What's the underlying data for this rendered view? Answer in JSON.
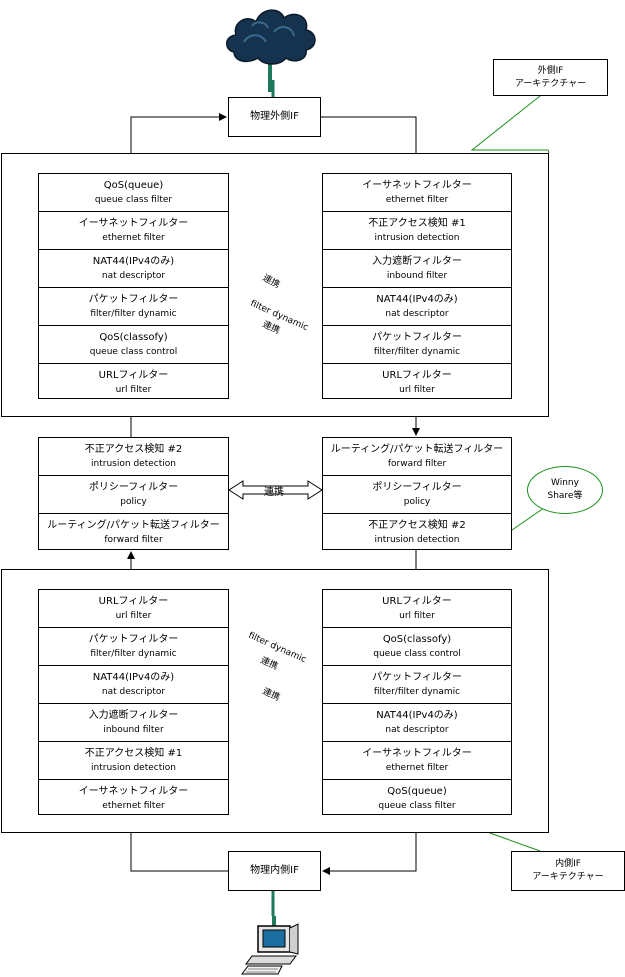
{
  "outer_if": {
    "label": "物理外側IF",
    "arch_label_line1": "外側IF",
    "arch_label_line2": "アーキテクチャー"
  },
  "inner_if": {
    "label": "物理内側IF",
    "arch_label_line1": "内側IF",
    "arch_label_line2": "アーキテクチャー"
  },
  "top_left_stack": [
    {
      "jp": "QoS(queue)",
      "en": "queue class filter"
    },
    {
      "jp": "イーサネットフィルター",
      "en": "ethernet filter"
    },
    {
      "jp": "NAT44(IPv4のみ)",
      "en": "nat descriptor"
    },
    {
      "jp": "パケットフィルター",
      "en": "filter/filter dynamic"
    },
    {
      "jp": "QoS(classofy)",
      "en": "queue class control"
    },
    {
      "jp": "URLフィルター",
      "en": "url filter"
    }
  ],
  "top_right_stack": [
    {
      "jp": "イーサネットフィルター",
      "en": "ethernet filter"
    },
    {
      "jp": "不正アクセス検知 #1",
      "en": "intrusion detection"
    },
    {
      "jp": "入力遮断フィルター",
      "en": "inbound filter"
    },
    {
      "jp": "NAT44(IPv4のみ)",
      "en": "nat descriptor"
    },
    {
      "jp": "パケットフィルター",
      "en": "filter/filter dynamic"
    },
    {
      "jp": "URLフィルター",
      "en": "url filter"
    }
  ],
  "mid_left_stack": [
    {
      "jp": "不正アクセス検知 #2",
      "en": "intrusion detection"
    },
    {
      "jp": "ポリシーフィルター",
      "en": "policy"
    },
    {
      "jp": "ルーティング/パケット転送フィルター",
      "en": "forward filter"
    }
  ],
  "mid_right_stack": [
    {
      "jp": "ルーティング/パケット転送フィルター",
      "en": "forward filter"
    },
    {
      "jp": "ポリシーフィルター",
      "en": "policy"
    },
    {
      "jp": "不正アクセス検知 #2",
      "en": "intrusion detection"
    }
  ],
  "bottom_left_stack": [
    {
      "jp": "URLフィルター",
      "en": "url filter"
    },
    {
      "jp": "パケットフィルター",
      "en": "filter/filter dynamic"
    },
    {
      "jp": "NAT44(IPv4のみ)",
      "en": "nat descriptor"
    },
    {
      "jp": "入力遮断フィルター",
      "en": "inbound filter"
    },
    {
      "jp": "不正アクセス検知 #1",
      "en": "intrusion detection"
    },
    {
      "jp": "イーサネットフィルター",
      "en": "ethernet filter"
    }
  ],
  "bottom_right_stack": [
    {
      "jp": "URLフィルター",
      "en": "url filter"
    },
    {
      "jp": "QoS(classofy)",
      "en": "queue class control"
    },
    {
      "jp": "パケットフィルター",
      "en": "filter/filter dynamic"
    },
    {
      "jp": "NAT44(IPv4のみ)",
      "en": "nat descriptor"
    },
    {
      "jp": "イーサネットフィルター",
      "en": "ethernet filter"
    },
    {
      "jp": "QoS(queue)",
      "en": "queue class filter"
    }
  ],
  "links": {
    "renkei": "連携",
    "filter_dynamic": "filter dynamic"
  },
  "winny_oval": {
    "line1": "Winny",
    "line2": "Share等"
  },
  "colors": {
    "link_arrow": "#1a8f1a",
    "cloud": "#15324e",
    "oval_border": "#1a8f1a"
  },
  "icons": {
    "top": "cloud-icon",
    "bottom": "computer-icon"
  }
}
